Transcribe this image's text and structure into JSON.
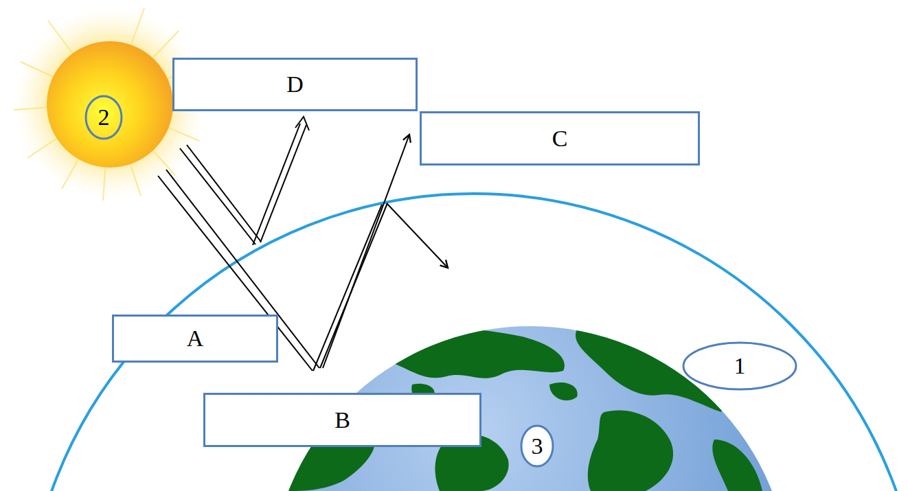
{
  "diagram": {
    "nodes": [
      {
        "text": [
          "D"
        ]
      },
      {
        "text": [
          "2"
        ]
      },
      {
        "text": [
          "C"
        ]
      },
      {
        "text": [
          "A"
        ]
      },
      {
        "text": [
          "1"
        ]
      },
      {
        "text": [
          "B"
        ]
      },
      {
        "text": [
          "3"
        ]
      }
    ]
  }
}
